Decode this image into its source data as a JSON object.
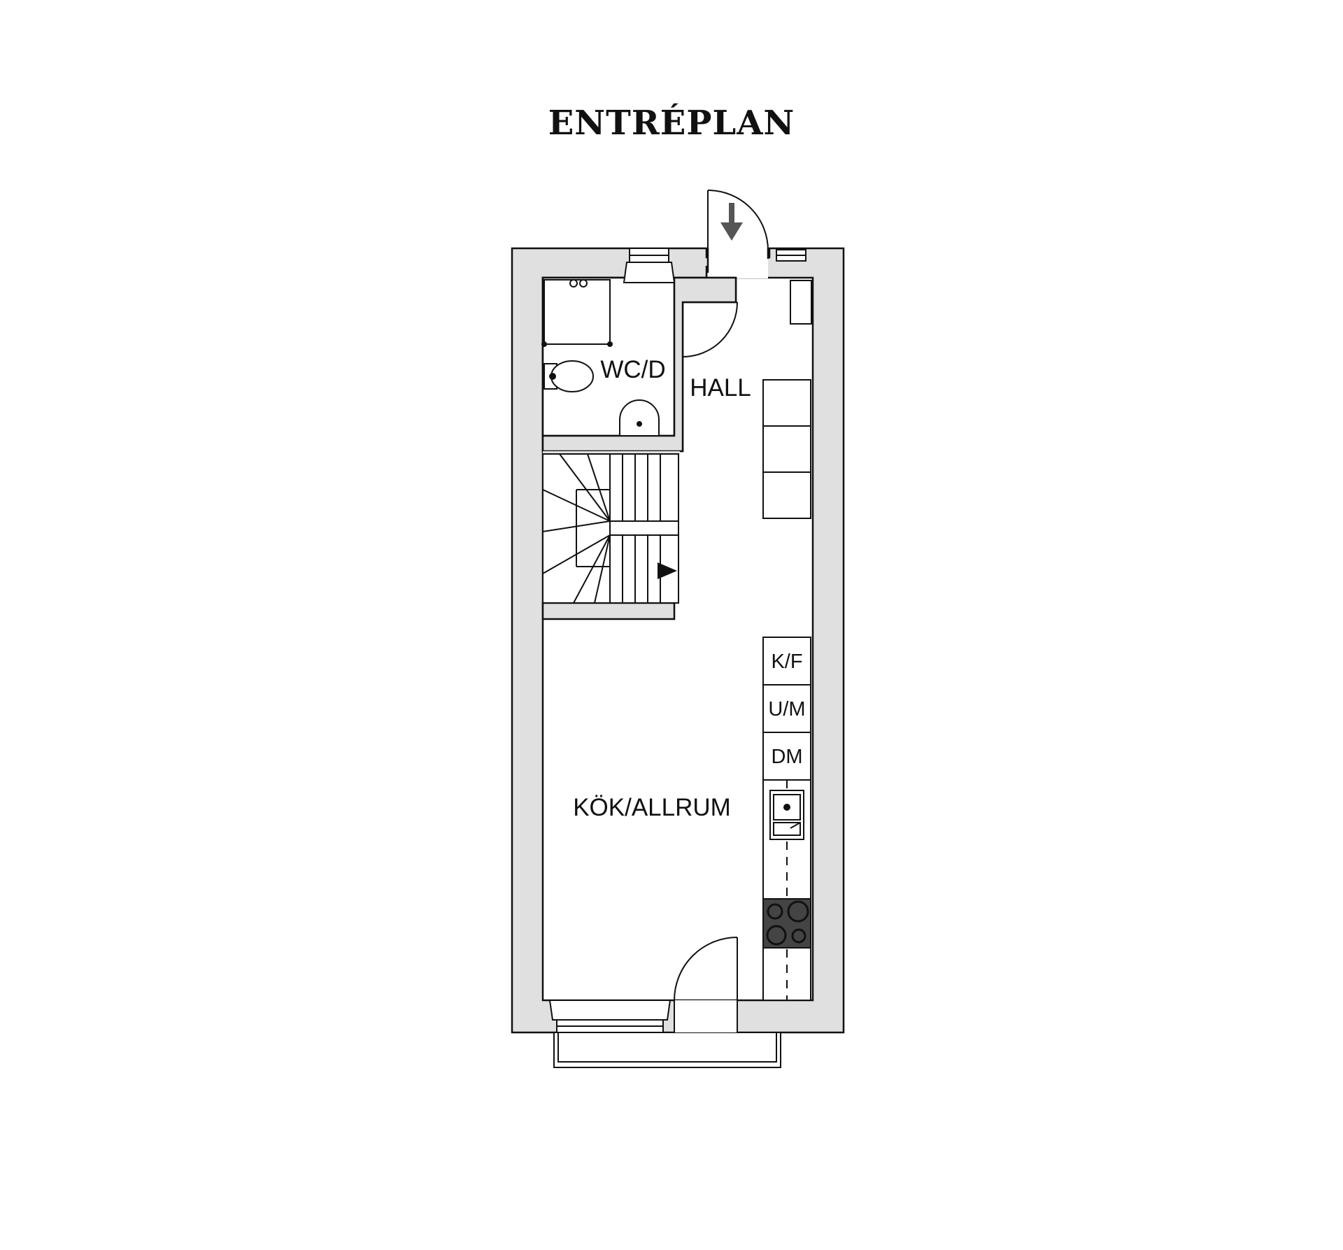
{
  "title": "ENTRÉPLAN",
  "rooms": {
    "wc": "WC/D",
    "hall": "HALL",
    "kitchen": "KÖK/ALLRUM"
  },
  "appliances": {
    "fridge_freezer": "K/F",
    "oven_microwave": "U/M",
    "dishwasher": "DM"
  },
  "colors": {
    "wall_fill": "#e0e0e0",
    "line": "#111111",
    "arrow": "#555555"
  }
}
